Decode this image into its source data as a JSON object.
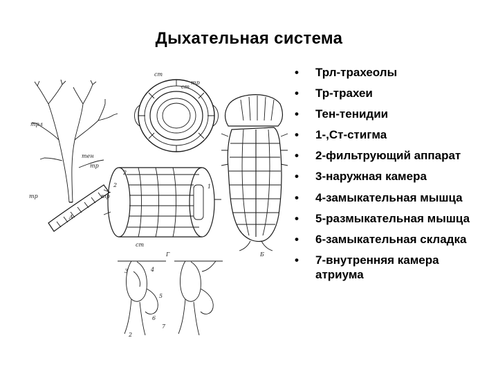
{
  "title": "Дыхательная система",
  "figure": {
    "labels": {
      "p1": "трл",
      "p2": "тр",
      "p3": "тен",
      "p4": "тр",
      "p5": "A",
      "c1": "ст",
      "c2": "ст",
      "c3": "тр",
      "b1": "2",
      "b2": "2",
      "b3": "1",
      "b4": "тр",
      "b5": "ст",
      "i1": "Б",
      "g1": "Г",
      "g2": "3",
      "g3": "4",
      "g4": "5",
      "g5": "6",
      "g6": "7",
      "g7": "2"
    }
  },
  "legend": {
    "bullet": "•",
    "items": [
      "Трл-трахеолы",
      "Тр-трахеи",
      "Тен-тенидии",
      "1-,Ст-стигма",
      "2-фильтрующий аппарат",
      "3-наружная камера",
      "4-замыкательная мышца",
      "5-размыкательная мышца",
      "6-замыкательная складка",
      "7-внутренняя камера атриума"
    ]
  }
}
